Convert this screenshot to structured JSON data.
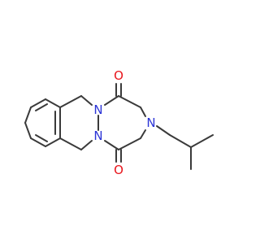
{
  "molecule": {
    "bond_color": "#3a3a3a",
    "atoms": [
      {
        "id": "O1",
        "symbol": "O",
        "color": "#e8141b"
      },
      {
        "id": "O2",
        "symbol": "O",
        "color": "#e8141b"
      },
      {
        "id": "N1",
        "symbol": "N",
        "color": "#2b34d6"
      },
      {
        "id": "N2",
        "symbol": "N",
        "color": "#2b34d6"
      },
      {
        "id": "N3",
        "symbol": "N",
        "color": "#2b34d6"
      }
    ]
  }
}
